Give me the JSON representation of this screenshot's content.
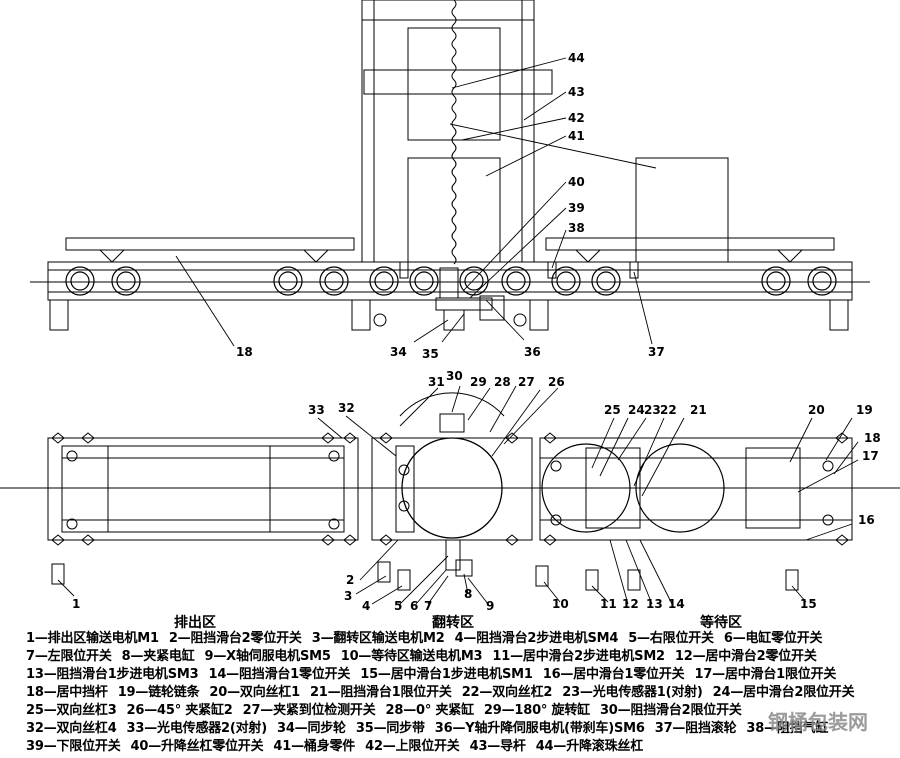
{
  "callouts_top": [
    "44",
    "43",
    "42",
    "41",
    "40",
    "39",
    "38",
    "37",
    "36",
    "35",
    "34",
    "18"
  ],
  "callouts_bottom": [
    "31",
    "30",
    "29",
    "28",
    "27",
    "26",
    "32",
    "33",
    "25",
    "24",
    "23",
    "22",
    "21",
    "20",
    "19",
    "18",
    "17",
    "16",
    "1",
    "2",
    "3",
    "4",
    "5",
    "6",
    "7",
    "8",
    "9",
    "10",
    "11",
    "12",
    "13",
    "14",
    "15"
  ],
  "zones": {
    "discharge": "排出区",
    "flip": "翻转区",
    "waiting": "等待区"
  },
  "legend_rows": [
    [
      "1—排出区输送电机M1",
      "2—阻挡滑台2零位开关",
      "3—翻转区输送电机M2",
      "4—阻挡滑台2步进电机SM4",
      "5—右限位开关",
      "6—电缸零位开关"
    ],
    [
      "7—左限位开关",
      "8—夹紧电缸",
      "9—X轴伺服电机SM5",
      "10—等待区输送电机M3",
      "11—居中滑台2步进电机SM2",
      "12—居中滑台2零位开关"
    ],
    [
      "13—阻挡滑台1步进电机SM3",
      "14—阻挡滑台1零位开关",
      "15—居中滑台1步进电机SM1",
      "16—居中滑台1零位开关",
      "17—居中滑台1限位开关"
    ],
    [
      "18—居中挡杆",
      "19—链轮链条",
      "20—双向丝杠1",
      "21—阻挡滑台1限位开关",
      "22—双向丝杠2",
      "23—光电传感器1(对射)",
      "24—居中滑台2限位开关"
    ],
    [
      "25—双向丝杠3",
      "26—45° 夹紧缸2",
      "27—夹紧到位检测开关",
      "28—0° 夹紧缸",
      "29—180° 旋转缸",
      "30—阻挡滑台2限位开关"
    ],
    [
      "32—双向丝杠4",
      "33—光电传感器2(对射)",
      "34—同步轮",
      "35—同步带",
      "36—Y轴升降伺服电机(带刹车)SM6",
      "37—阻挡滚轮",
      "38—阻挡气缸"
    ],
    [
      "39—下限位开关",
      "40—升降丝杠零位开关",
      "41—桶身零件",
      "42—上限位开关",
      "43—导杆",
      "44—升降滚珠丝杠"
    ]
  ],
  "watermark": "钢桶包装网"
}
